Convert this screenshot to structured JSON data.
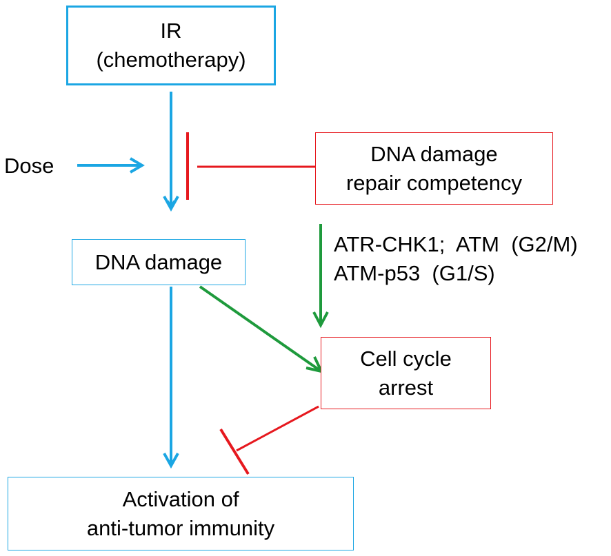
{
  "nodes": {
    "ir": {
      "line1": "IR",
      "line2": "(chemotherapy)"
    },
    "dna_repair": {
      "line1": "DNA damage",
      "line2": "repair competency"
    },
    "dna_damage": {
      "line1": "DNA damage"
    },
    "cell_cycle": {
      "line1": "Cell cycle",
      "line2": "arrest"
    },
    "activation": {
      "line1": "Activation of",
      "line2": "anti-tumor immunity"
    }
  },
  "labels": {
    "dose": "Dose",
    "pathway_line1": "ATR-CHK1;  ATM  (G2/M)",
    "pathway_line2": "ATM-p53  (G1/S)"
  },
  "colors": {
    "blue": "#1ba6e3",
    "red": "#e6181e",
    "green": "#1e9a3c"
  }
}
